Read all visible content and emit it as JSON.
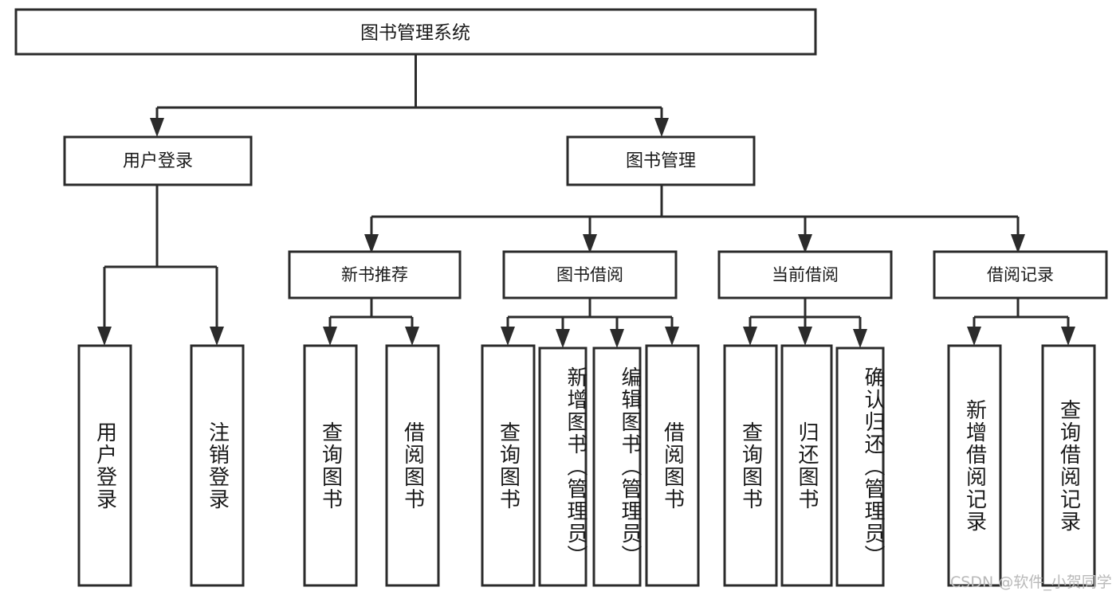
{
  "diagram": {
    "title": "图书管理系统",
    "type": "tree",
    "orientation": "top-down",
    "colors": {
      "box_border": "#2b2b2b",
      "box_fill": "#ffffff",
      "connector": "#2b2b2b",
      "text": "#1a1a1a",
      "watermark": "#b9b9b9",
      "background": "#ffffff"
    },
    "root": {
      "label": "图书管理系统"
    },
    "level2": [
      {
        "label": "用户登录"
      },
      {
        "label": "图书管理"
      }
    ],
    "level3": [
      {
        "label": "新书推荐"
      },
      {
        "label": "图书借阅"
      },
      {
        "label": "当前借阅"
      },
      {
        "label": "借阅记录"
      }
    ],
    "leaves": {
      "user_login": [
        {
          "label": "用户登录"
        },
        {
          "label": "注销登录"
        }
      ],
      "new_book_recommend": [
        {
          "label": "查询图书"
        },
        {
          "label": "借阅图书"
        }
      ],
      "book_borrow": [
        {
          "label": "查询图书"
        },
        {
          "label": "新增图书（管理员）"
        },
        {
          "label": "编辑图书（管理员）"
        },
        {
          "label": "借阅图书"
        }
      ],
      "current_borrow": [
        {
          "label": "查询图书"
        },
        {
          "label": "归还图书"
        },
        {
          "label": "确认归还（管理员）"
        }
      ],
      "borrow_record": [
        {
          "label": "新增借阅记录"
        },
        {
          "label": "查询借阅记录"
        }
      ]
    },
    "watermark": "CSDN @软件_小贺同学"
  }
}
